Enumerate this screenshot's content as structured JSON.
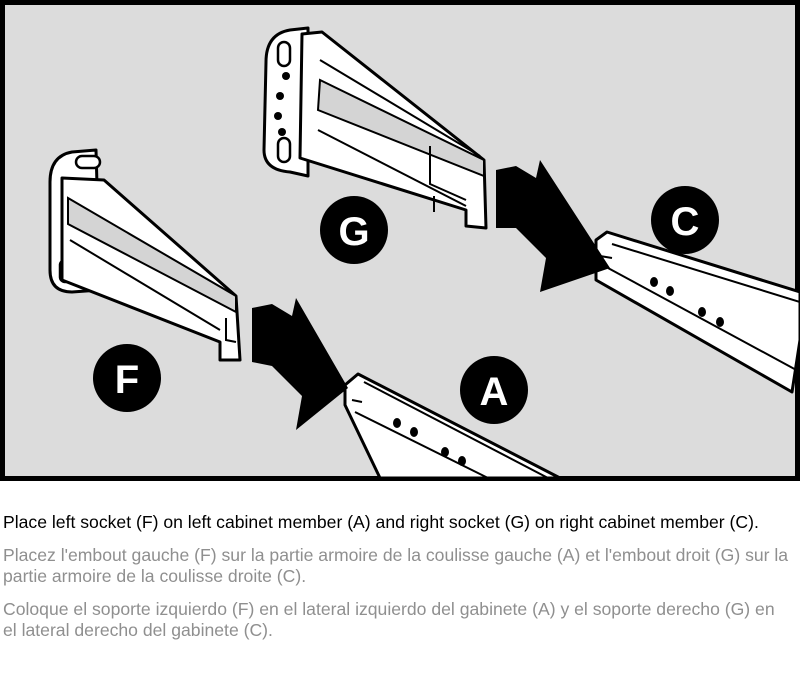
{
  "illustration": {
    "callouts": {
      "socket_left": "F",
      "socket_right": "G",
      "member_left": "A",
      "member_right": "C"
    },
    "colors": {
      "background": "#dcdcdc",
      "frame": "#000000",
      "part_fill": "#ffffff",
      "shade": "#d4d4d4"
    }
  },
  "instructions": {
    "en": "Place left socket (F) on left cabinet member (A) and right socket (G) on right cabinet member (C).",
    "fr": "Placez l'embout gauche (F) sur la partie armoire de la coulisse gauche (A) et l'embout droit (G) sur la partie armoire de la coulisse droite (C).",
    "es": "Coloque el soporte izquierdo (F) en el lateral izquierdo del gabinete (A) y el soporte derecho (G) en el lateral derecho del gabinete (C)."
  }
}
